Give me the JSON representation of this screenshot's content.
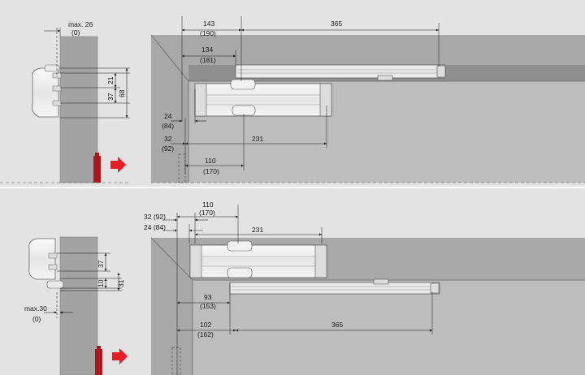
{
  "colors": {
    "background": "#e3e3e3",
    "frame": "#9a9a9a",
    "door": "#b5b5b5",
    "door_edge": "#8c8c8c",
    "hardware": "#f0f0f0",
    "arrow": "#e31e24",
    "handle": "#b5121b"
  },
  "dimensions": {
    "top": {
      "max26": "max. 26",
      "max26_alt": "(0)",
      "d21": "21",
      "d37": "37",
      "d68": "68",
      "d143": "143",
      "d143_alt": "(190)",
      "d134": "134",
      "d134_alt": "(181)",
      "d365": "365",
      "d24": "24",
      "d24_alt": "(84)",
      "d32": "32",
      "d32_alt": "(92)",
      "d231": "231",
      "d110": "110",
      "d110_alt": "(170)"
    },
    "bottom": {
      "d32_92": "32 (92)",
      "d24_84": "24 (84)",
      "d110": "110",
      "d110_alt": "(170)",
      "d231": "231",
      "d37": "37",
      "d10": "10",
      "d31": "31",
      "max30": "max.30",
      "max30_alt": "(0)",
      "d93": "93",
      "d93_alt": "(153)",
      "d102": "102",
      "d102_alt": "(162)",
      "d365": "365"
    }
  },
  "icons": {
    "direction_arrow": "right-arrow-icon",
    "lever_handle": "door-lever-handle-icon"
  }
}
